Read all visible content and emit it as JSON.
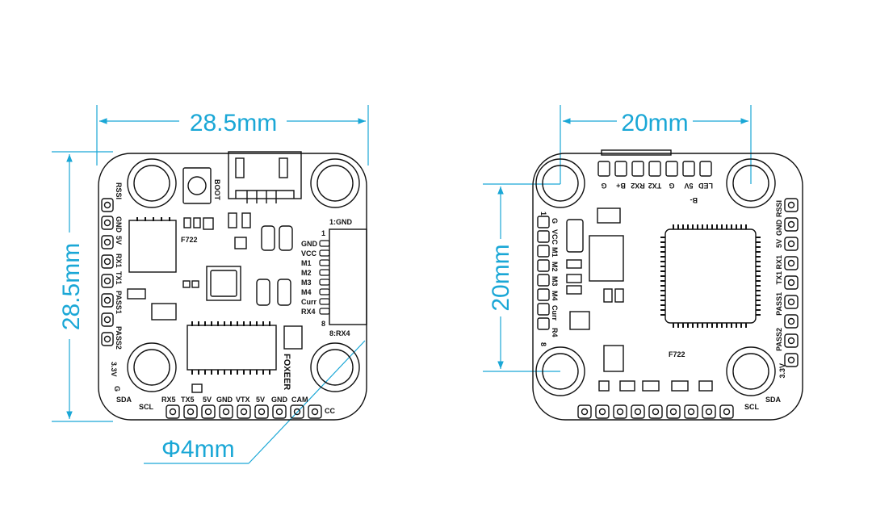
{
  "colors": {
    "dimension": "#1aa7d6",
    "outline": "#111111",
    "background": "#ffffff"
  },
  "dimensions": {
    "board_width": "28.5mm",
    "board_height": "28.5mm",
    "hole_diameter": "Φ4mm",
    "hole_spacing_x": "20mm",
    "hole_spacing_y": "20mm"
  },
  "front": {
    "boot": "BOOT",
    "brand": "FOXEER",
    "chip": "F722",
    "connector_first": "1:GND",
    "connector_last": "8:RX4",
    "connector_pins": [
      "GND",
      "VCC",
      "M1",
      "M2",
      "M3",
      "M4",
      "Curr",
      "RX4"
    ],
    "connector_num_top": "1",
    "connector_num_bottom": "8",
    "left_top": "RSSI",
    "left_pads": [
      "GND",
      "5V",
      "RX1",
      "TX1",
      "PASS1",
      "PASS2",
      "3.3V"
    ],
    "left_g": "G",
    "bottom_pads": [
      "SDA",
      "SCL",
      "RX5",
      "TX5",
      "5V",
      "GND",
      "VTX",
      "5V",
      "GND",
      "CAM",
      "CC"
    ]
  },
  "back": {
    "chip": "F722",
    "top_pads": [
      "G",
      "B+",
      "RX2",
      "TX2",
      "G",
      "5V",
      "LED"
    ],
    "bminus": "B-",
    "left_pads": [
      "1",
      "G",
      "VCC",
      "M1",
      "M2",
      "M3",
      "M4",
      "Curr",
      "R4",
      "8"
    ],
    "right_pads": [
      "RSSI",
      "GND",
      "5V",
      "RX1",
      "TX1",
      "PASS1",
      "PASS2",
      "3.3V"
    ],
    "bottom_pads": [
      "SCL",
      "SDA"
    ]
  }
}
